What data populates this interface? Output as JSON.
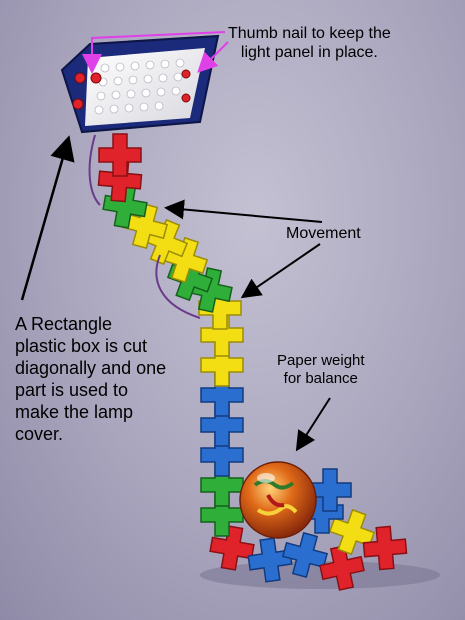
{
  "labels": {
    "thumb_nail": [
      "Thumb nail to keep the",
      "light panel in place."
    ],
    "movement": "Movement",
    "rectangle_box": [
      "A Rectangle",
      "plastic box is cut",
      "diagonally and one",
      "part is used to",
      "make the lamp",
      "cover."
    ],
    "paper_weight": [
      "Paper weight",
      "for balance"
    ]
  },
  "colors": {
    "background": "#a9a5bd",
    "block_red": "#e0232b",
    "block_green": "#2fae3a",
    "block_yellow": "#f2de12",
    "block_blue": "#2a6fd0",
    "lamp_cover": "#1b2a7a",
    "arrow_magenta": "#e040e8",
    "arrow_black": "#000000"
  },
  "icons": [
    "light-panel-icon",
    "thumb-nail-icon",
    "marble-paper-weight-icon"
  ]
}
